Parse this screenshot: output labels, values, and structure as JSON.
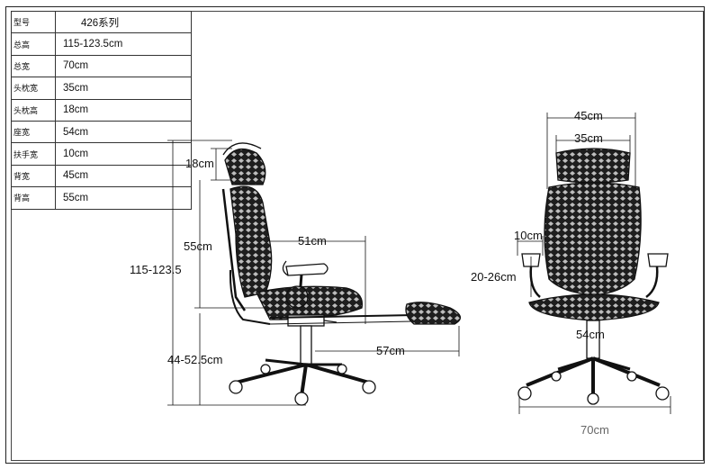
{
  "spec_table": [
    {
      "key": "型号",
      "value": "426系列"
    },
    {
      "key": "总高",
      "value": "115-123.5cm"
    },
    {
      "key": "总宽",
      "value": "70cm"
    },
    {
      "key": "头枕宽",
      "value": "35cm"
    },
    {
      "key": "头枕高",
      "value": "18cm"
    },
    {
      "key": "座宽",
      "value": "54cm"
    },
    {
      "key": "扶手宽",
      "value": "10cm"
    },
    {
      "key": "背宽",
      "value": "45cm"
    },
    {
      "key": "背高",
      "value": "55cm"
    }
  ],
  "side_view": {
    "headrest_height": "18cm",
    "back_height": "55cm",
    "seat_depth": "51cm",
    "total_height": "115-123.5",
    "footrest_length": "57cm",
    "seat_height": "44-52.5cm"
  },
  "front_view": {
    "back_width": "45cm",
    "headrest_width": "35cm",
    "armrest_width": "10cm",
    "armrest_height": "20-26cm",
    "seat_width": "54cm",
    "base_width": "70cm"
  }
}
